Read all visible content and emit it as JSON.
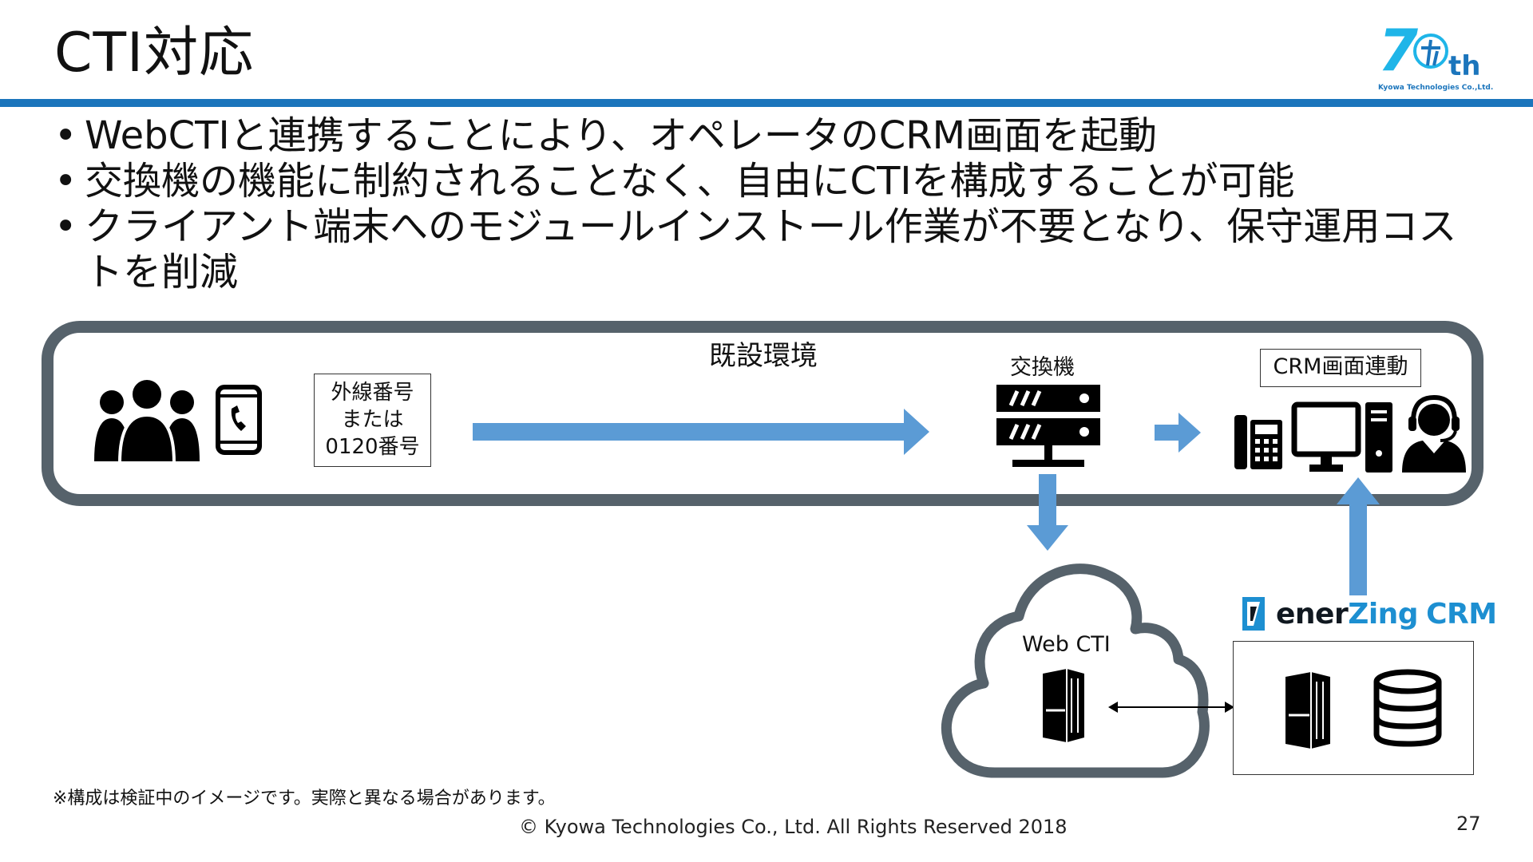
{
  "slide": {
    "title": "CTI対応",
    "logo": {
      "anniversary": "7",
      "suffix": "th",
      "company": "Kyowa Technologies Co.,Ltd.",
      "colors": [
        "#1fb5e8",
        "#1b75bc"
      ]
    },
    "bullets": [
      "WebCTIと連携することにより、オペレータのCRM画面を起動",
      "交換機の機能に制約されることなく、自由にCTIを構成することが可能",
      "クライアント端末へのモジュールインストール作業が不要となり、保守運用コストを削減"
    ],
    "note": "※構成は検証中のイメージです。実際と異なる場合があります。",
    "copyright": "© Kyowa Technologies Co., Ltd. All Rights Reserved 2018",
    "page_number": "27"
  },
  "diagram": {
    "environment_label": "既設環境",
    "outside_line_label": [
      "外線番号",
      "または",
      "0120番号"
    ],
    "pbx_label": "交換機",
    "crm_link_label": "CRM画面連動",
    "cloud_label": "Web CTI",
    "brand": {
      "e": "e",
      "name_a": "ener",
      "name_z": "Zing",
      "name_crm": "CRM"
    },
    "colors": {
      "arrow": "#5b9bd5",
      "frame": "#56626b",
      "rule": "#1b75bc",
      "icon": "#000000"
    },
    "icons": [
      "people-icon",
      "smartphone-icon",
      "pbx-server-icon",
      "ip-phone-icon",
      "monitor-icon",
      "pc-tower-icon",
      "operator-headset-icon",
      "cloud-icon",
      "server-icon",
      "database-icon"
    ]
  }
}
